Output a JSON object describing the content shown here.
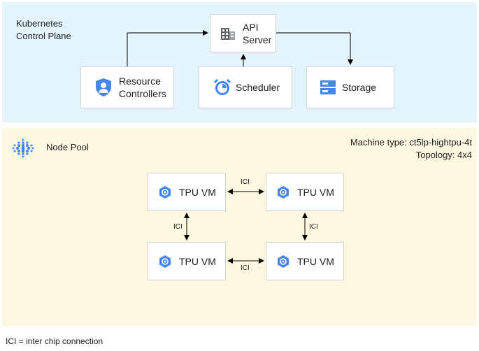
{
  "control_plane": {
    "title_line1": "Kubernetes",
    "title_line2": "Control Plane",
    "api_server_line1": "API",
    "api_server_line2": "Server",
    "resource_controllers_line1": "Resource",
    "resource_controllers_line2": "Controllers",
    "scheduler": "Scheduler",
    "storage": "Storage"
  },
  "node_pool": {
    "label": "Node Pool",
    "machine_type": "Machine type: ct5lp-hightpu-4t",
    "topology": "Topology: 4x4",
    "vms": [
      "TPU VM",
      "TPU VM",
      "TPU VM",
      "TPU VM"
    ],
    "ici_label": "ICI"
  },
  "legend": "ICI = inter chip connection",
  "colors": {
    "control_plane_bg": "#e3f4fd",
    "node_pool_bg": "#fef7e0",
    "icon_blue": "#4285f4",
    "arrow": "#000000"
  },
  "icons": [
    "building-icon",
    "shield-user-icon",
    "alarm-clock-icon",
    "server-stack-icon",
    "node-pool-dots-icon",
    "gke-hexagon-icon"
  ]
}
